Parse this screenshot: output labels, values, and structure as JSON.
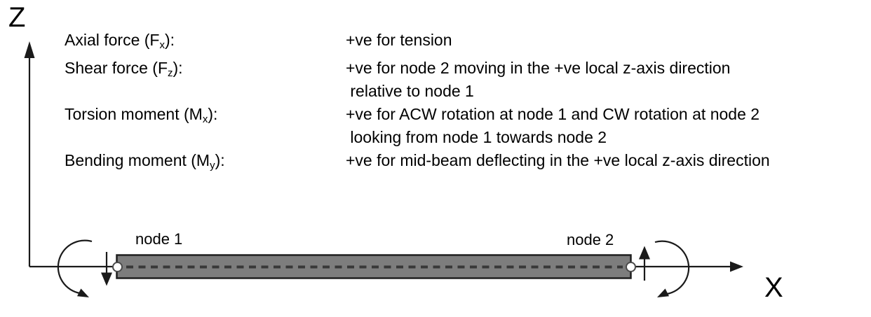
{
  "axes": {
    "z_label": "Z",
    "x_label": "X"
  },
  "legend": {
    "rows": [
      {
        "term_pre": "Axial force (F",
        "term_sub": "x",
        "term_post": "):",
        "lines": [
          "+ve for tension"
        ]
      },
      {
        "term_pre": "Shear force (F",
        "term_sub": "z",
        "term_post": "):",
        "lines": [
          "+ve for node 2 moving in the +ve local z-axis direction",
          " relative to node 1"
        ]
      },
      {
        "term_pre": "Torsion moment (M",
        "term_sub": "x",
        "term_post": "):",
        "lines": [
          "+ve for ACW rotation at node 1 and CW rotation at node 2",
          " looking from node 1 towards node 2"
        ]
      },
      {
        "term_pre": "Bending moment (M",
        "term_sub": "y",
        "term_post": "):",
        "lines": [
          "+ve for mid-beam deflecting in the +ve local z-axis direction"
        ]
      }
    ]
  },
  "diagram": {
    "node1_label": "node 1",
    "node2_label": "node 2",
    "colors": {
      "beam_fill": "#7d7d7d",
      "beam_border": "#1f1f1f",
      "line": "#1a1a1a",
      "dash": "#383838",
      "node_circle_fill": "#ffffff",
      "node_circle_border": "#4a4a4a"
    }
  }
}
